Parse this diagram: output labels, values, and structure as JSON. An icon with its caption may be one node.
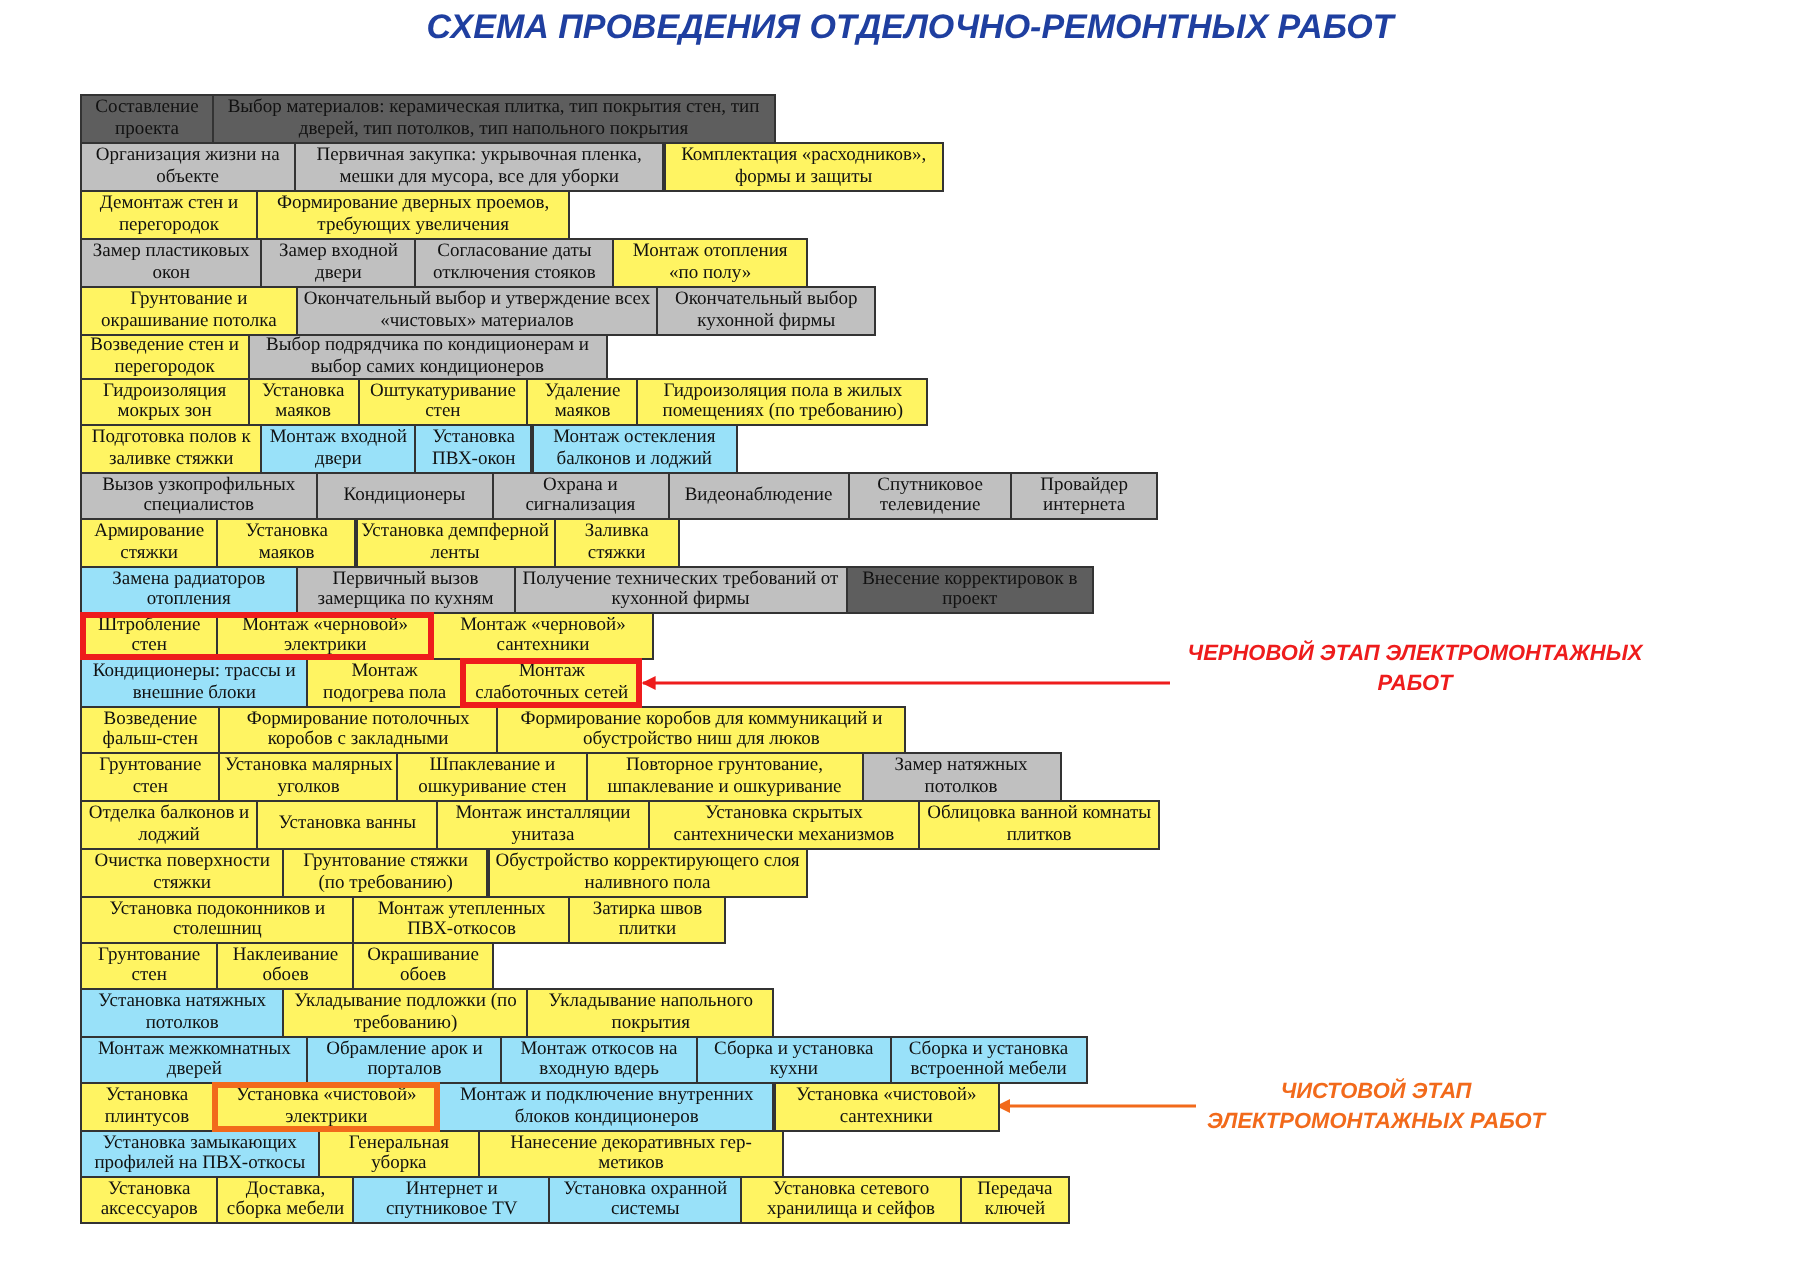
{
  "diagram": {
    "title": "СХЕМА ПРОВЕДЕНИЯ ОТДЕЛОЧНО-РЕМОНТНЫХ РАБОТ",
    "nodes": [
      {
        "text": [
          "Составление проекта"
        ]
      },
      {
        "text": [
          "Выбор материалов: керамическая плитка, тип покрытия стен, тип дверей, тип потолков, тип напольного покрытия"
        ]
      },
      {
        "text": [
          "Организация жизни на объекте"
        ]
      },
      {
        "text": [
          "Первичная закупка: укрывочная пленка, мешки для мусора, все для уборки"
        ]
      },
      {
        "text": [
          "Комплектация «расходников», формы и защиты"
        ]
      },
      {
        "text": [
          "Демонтаж стен и перегородок"
        ]
      },
      {
        "text": [
          "Формирование дверных проемов, требующих увеличения"
        ]
      },
      {
        "text": [
          "Замер пластиковых окон"
        ]
      },
      {
        "text": [
          "Замер входной двери"
        ]
      },
      {
        "text": [
          "Согласование даты отключения стояков"
        ]
      },
      {
        "text": [
          "Монтаж отопления «по полу»"
        ]
      },
      {
        "text": [
          "Грунтование и окрашивание потолка"
        ]
      },
      {
        "text": [
          "Окончательный выбор и утверждение всех «чистовых» материалов"
        ]
      },
      {
        "text": [
          "Окончательный выбор кухонной фирмы"
        ]
      },
      {
        "text": [
          "Возведение стен и перегородок"
        ]
      },
      {
        "text": [
          "Выбор подрядчика по кондиционерам и выбор самих кондиционеров"
        ]
      },
      {
        "text": [
          "Гидроизоляция мокрых зон"
        ]
      },
      {
        "text": [
          "Установка маяков"
        ]
      },
      {
        "text": [
          "Оштукатуривание стен"
        ]
      },
      {
        "text": [
          "Удаление маяков"
        ]
      },
      {
        "text": [
          "Гидроизоляция пола в жилых помещениях (по требованию)"
        ]
      },
      {
        "text": [
          "Подготовка полов к заливке стяжки"
        ]
      },
      {
        "text": [
          "Монтаж входной двери"
        ]
      },
      {
        "text": [
          "Установка ПВХ-окон"
        ]
      },
      {
        "text": [
          "Монтаж остекления балконов и лоджий"
        ]
      },
      {
        "text": [
          "Вызов узкопрофильных специалистов"
        ]
      },
      {
        "text": [
          "Кондиционеры"
        ]
      },
      {
        "text": [
          "Охрана и сигнализация"
        ]
      },
      {
        "text": [
          "Видеонаблюдение"
        ]
      },
      {
        "text": [
          "Спутниковое телевидение"
        ]
      },
      {
        "text": [
          "Провайдер интернета"
        ]
      },
      {
        "text": [
          "Армирование стяжки"
        ]
      },
      {
        "text": [
          "Установка маяков"
        ]
      },
      {
        "text": [
          "Установка демпферной ленты"
        ]
      },
      {
        "text": [
          "Заливка стяжки"
        ]
      },
      {
        "text": [
          "Замена радиаторов отопления"
        ]
      },
      {
        "text": [
          "Первичный вызов замерщика по кухням"
        ]
      },
      {
        "text": [
          "Получение технических требований от кухонной фирмы"
        ]
      },
      {
        "text": [
          "Внесение корректировок в проект"
        ]
      },
      {
        "text": [],
        "shape": "box"
      },
      {
        "text": [
          "Штробление стен"
        ],
        "in": 39
      },
      {
        "text": [
          "Монтаж «черновой» электрики"
        ],
        "in": 39
      },
      {
        "text": [
          "Монтаж «черновой» сантехники"
        ]
      },
      {
        "text": [
          "Кондиционеры: трассы и внешние блоки"
        ]
      },
      {
        "text": [
          "Монтаж подогрева пола"
        ]
      },
      {
        "text": [],
        "shape": "box"
      },
      {
        "text": [
          "Монтаж слаботочных сетей"
        ],
        "in": 45
      },
      {
        "text": [
          "Возведение фальш-стен"
        ]
      },
      {
        "text": [
          "Формирование потолочных коробов с закладными"
        ]
      },
      {
        "text": [
          "Формирование коробов для коммуникаций и обустройство ниш для люков"
        ]
      },
      {
        "text": [
          "Грунтование стен"
        ]
      },
      {
        "text": [
          "Установка малярных уголков"
        ]
      },
      {
        "text": [
          "Шпаклевание и ошкуривание стен"
        ]
      },
      {
        "text": [
          "Повторное грунтование, шпаклевание и ошкуривание"
        ]
      },
      {
        "text": [
          "Замер натяжных потолков"
        ]
      },
      {
        "text": [
          "Отделка балконов и лоджий"
        ]
      },
      {
        "text": [
          "Установка ванны"
        ]
      },
      {
        "text": [
          "Монтаж инсталляции унитаза"
        ]
      },
      {
        "text": [
          "Установка скрытых сантехнически механизмов"
        ]
      },
      {
        "text": [
          "Облицовка ванной комнаты плитков"
        ]
      },
      {
        "text": [
          "Очистка поверхности стяжки"
        ]
      },
      {
        "text": [
          "Грунтование стяжки (по требованию)"
        ]
      },
      {
        "text": [
          "Обустройство корректирующего слоя наливного пола"
        ]
      },
      {
        "text": [
          "Установка подоконников и столешниц"
        ]
      },
      {
        "text": [
          "Монтаж утепленных ПВХ-откосов"
        ]
      },
      {
        "text": [
          "Затирка швов плитки"
        ]
      },
      {
        "text": [
          "Грунтование стен"
        ]
      },
      {
        "text": [
          "Наклеивание обоев"
        ]
      },
      {
        "text": [
          "Окрашивание обоев"
        ]
      },
      {
        "text": [
          "Установка натяжных потолков"
        ]
      },
      {
        "text": [
          "Укладывание подложки (по требованию)"
        ]
      },
      {
        "text": [
          "Укладывание напольного покрытия"
        ]
      },
      {
        "text": [
          "Монтаж межкомнатных дверей"
        ]
      },
      {
        "text": [
          "Обрамление арок и порталов"
        ]
      },
      {
        "text": [
          "Монтаж откосов на входную вдерь"
        ]
      },
      {
        "text": [
          "Сборка и установка кухни"
        ]
      },
      {
        "text": [
          "Сборка и установка встроенной мебели"
        ]
      },
      {
        "text": [
          "Установка плинтусов"
        ]
      },
      {
        "text": [],
        "shape": "box"
      },
      {
        "text": [
          "Установка «чистовой» электрики"
        ],
        "in": 78
      },
      {
        "text": [
          "Монтаж и подключение внутренних блоков кондиционеров"
        ]
      },
      {
        "text": [
          "Установка «чистовой» сантехники"
        ]
      },
      {
        "text": [
          "Установка замыкающих профилей на ПВХ-откосы"
        ]
      },
      {
        "text": [
          "Генеральная уборка"
        ]
      },
      {
        "text": [
          "Нанесение декоративных гер- метиков"
        ]
      },
      {
        "text": [
          "Установка аксессуаров"
        ]
      },
      {
        "text": [
          "Доставка, сборка мебели"
        ]
      },
      {
        "text": [
          "Интернет и спутниковое TV"
        ]
      },
      {
        "text": [
          "Установка охранной системы"
        ]
      },
      {
        "text": [
          "Установка сетевого хранилища и сейфов"
        ]
      },
      {
        "text": [
          "Передача ключей"
        ]
      },
      {
        "text": [
          "ЧЕРНОВОЙ ЭТАП ЭЛЕКТРОМОНТАЖНЫХ РАБОТ"
        ]
      },
      {
        "text": [
          "ЧИСТОВОЙ ЭТАП ЭЛЕКТРОМОНТАЖНЫХ РАБОТ"
        ]
      }
    ],
    "edges": [
      {
        "from": 91,
        "to": 45,
        "arrow": "to",
        "color": "#ee1c1c"
      },
      {
        "from": 92,
        "to": 81,
        "arrow": "to",
        "color": "#f26a1b"
      }
    ]
  }
}
